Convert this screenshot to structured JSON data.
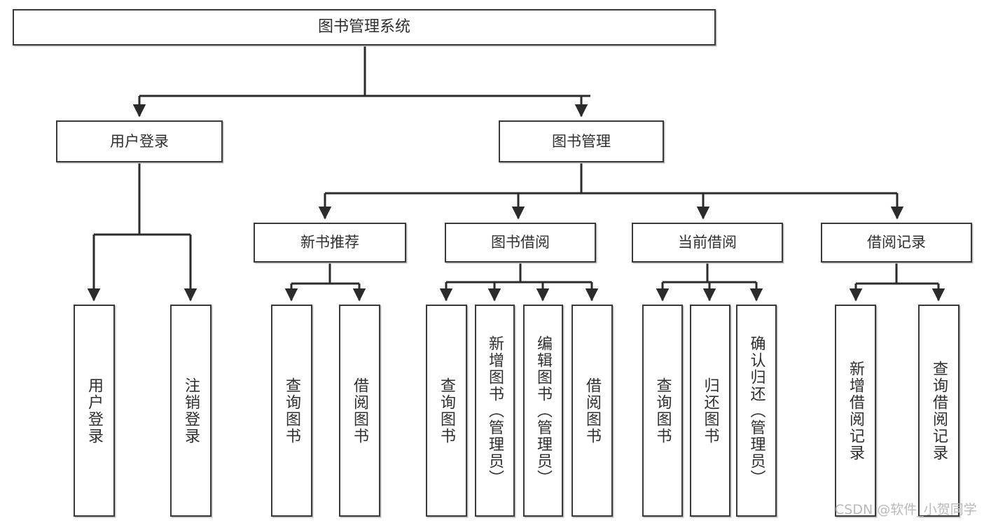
{
  "diagram": {
    "type": "tree",
    "title": "图书管理系统",
    "root": {
      "id": "root",
      "label": "图书管理系统"
    },
    "tier1": [
      {
        "id": "user-login",
        "label": "用户登录"
      },
      {
        "id": "book-manage",
        "label": "图书管理"
      }
    ],
    "tier2": [
      {
        "id": "new-book-recommend",
        "label": "新书推荐",
        "parent": "book-manage"
      },
      {
        "id": "book-borrow",
        "label": "图书借阅",
        "parent": "book-manage"
      },
      {
        "id": "current-borrow",
        "label": "当前借阅",
        "parent": "book-manage"
      },
      {
        "id": "borrow-record",
        "label": "借阅记录",
        "parent": "book-manage"
      }
    ],
    "leaves": [
      {
        "id": "leaf-user-login",
        "label": "用户登录",
        "parent": "user-login"
      },
      {
        "id": "leaf-logout-login",
        "label": "注销登录",
        "parent": "user-login"
      },
      {
        "id": "leaf-query-book-1",
        "label": "查询图书",
        "parent": "new-book-recommend"
      },
      {
        "id": "leaf-borrow-book-1",
        "label": "借阅图书",
        "parent": "new-book-recommend"
      },
      {
        "id": "leaf-query-book-2",
        "label": "查询图书",
        "parent": "book-borrow"
      },
      {
        "id": "leaf-add-book",
        "label": "新增图书（管理员）",
        "parent": "book-borrow"
      },
      {
        "id": "leaf-edit-book",
        "label": "编辑图书（管理员）",
        "parent": "book-borrow"
      },
      {
        "id": "leaf-borrow-book-2",
        "label": "借阅图书",
        "parent": "book-borrow"
      },
      {
        "id": "leaf-query-book-3",
        "label": "查询图书",
        "parent": "current-borrow"
      },
      {
        "id": "leaf-return-book",
        "label": "归还图书",
        "parent": "current-borrow"
      },
      {
        "id": "leaf-confirm-return",
        "label": "确认归还（管理员）",
        "parent": "current-borrow"
      },
      {
        "id": "leaf-add-record",
        "label": "新增借阅记录",
        "parent": "borrow-record"
      },
      {
        "id": "leaf-query-record",
        "label": "查询借阅记录",
        "parent": "borrow-record"
      }
    ],
    "colors": {
      "box_border": "#3a3a3a",
      "box_fill": "#ffffff",
      "connector": "#2b2b2b",
      "text": "#2f2f2f",
      "background": "#ffffff",
      "watermark": "#b9b9b9"
    }
  },
  "watermark": {
    "text": "CSDN @软件_小贺同学"
  }
}
